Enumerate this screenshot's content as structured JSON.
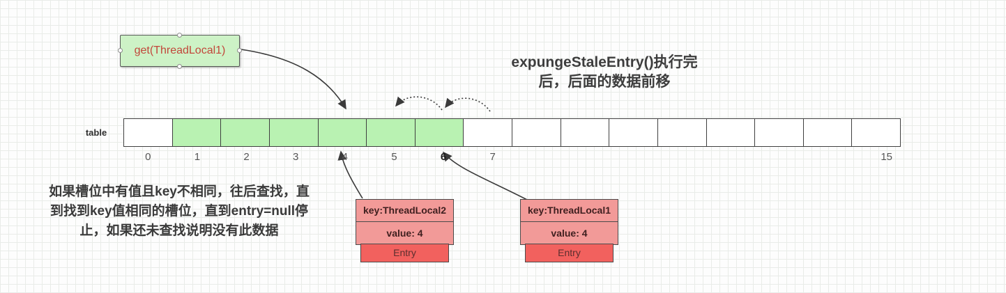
{
  "node": {
    "label": "get(ThreadLocal1)"
  },
  "title": {
    "line1": "expungeStaleEntry()执行完",
    "line2": "后，后面的数据前移"
  },
  "array": {
    "label": "table",
    "cell_count": 16,
    "green_cells": [
      1,
      2,
      3,
      4,
      5,
      6
    ],
    "indices": [
      "0",
      "1",
      "2",
      "3",
      "4",
      "5",
      "6",
      "7",
      "",
      "",
      "",
      "",
      "",
      "",
      "",
      "15"
    ]
  },
  "note": {
    "line1": "如果槽位中有值且key不相同，往后查找，直",
    "line2": "到找到key值相同的槽位，直到entry=null停",
    "line3": "止，如果还未查找说明没有此数据"
  },
  "entries": [
    {
      "key": "key:ThreadLocal2",
      "value": "value: 4",
      "label": "Entry"
    },
    {
      "key": "key:ThreadLocal1",
      "value": "value: 4",
      "label": "Entry"
    }
  ],
  "colors": {
    "node_fill": "#cdf2c6",
    "node_text": "#c2463a",
    "cell_green": "#b9f2b2",
    "entry_light": "#f29a98",
    "entry_red": "#f2615e",
    "arrow": "#3a3a3a",
    "grid": "#e9ece8"
  }
}
